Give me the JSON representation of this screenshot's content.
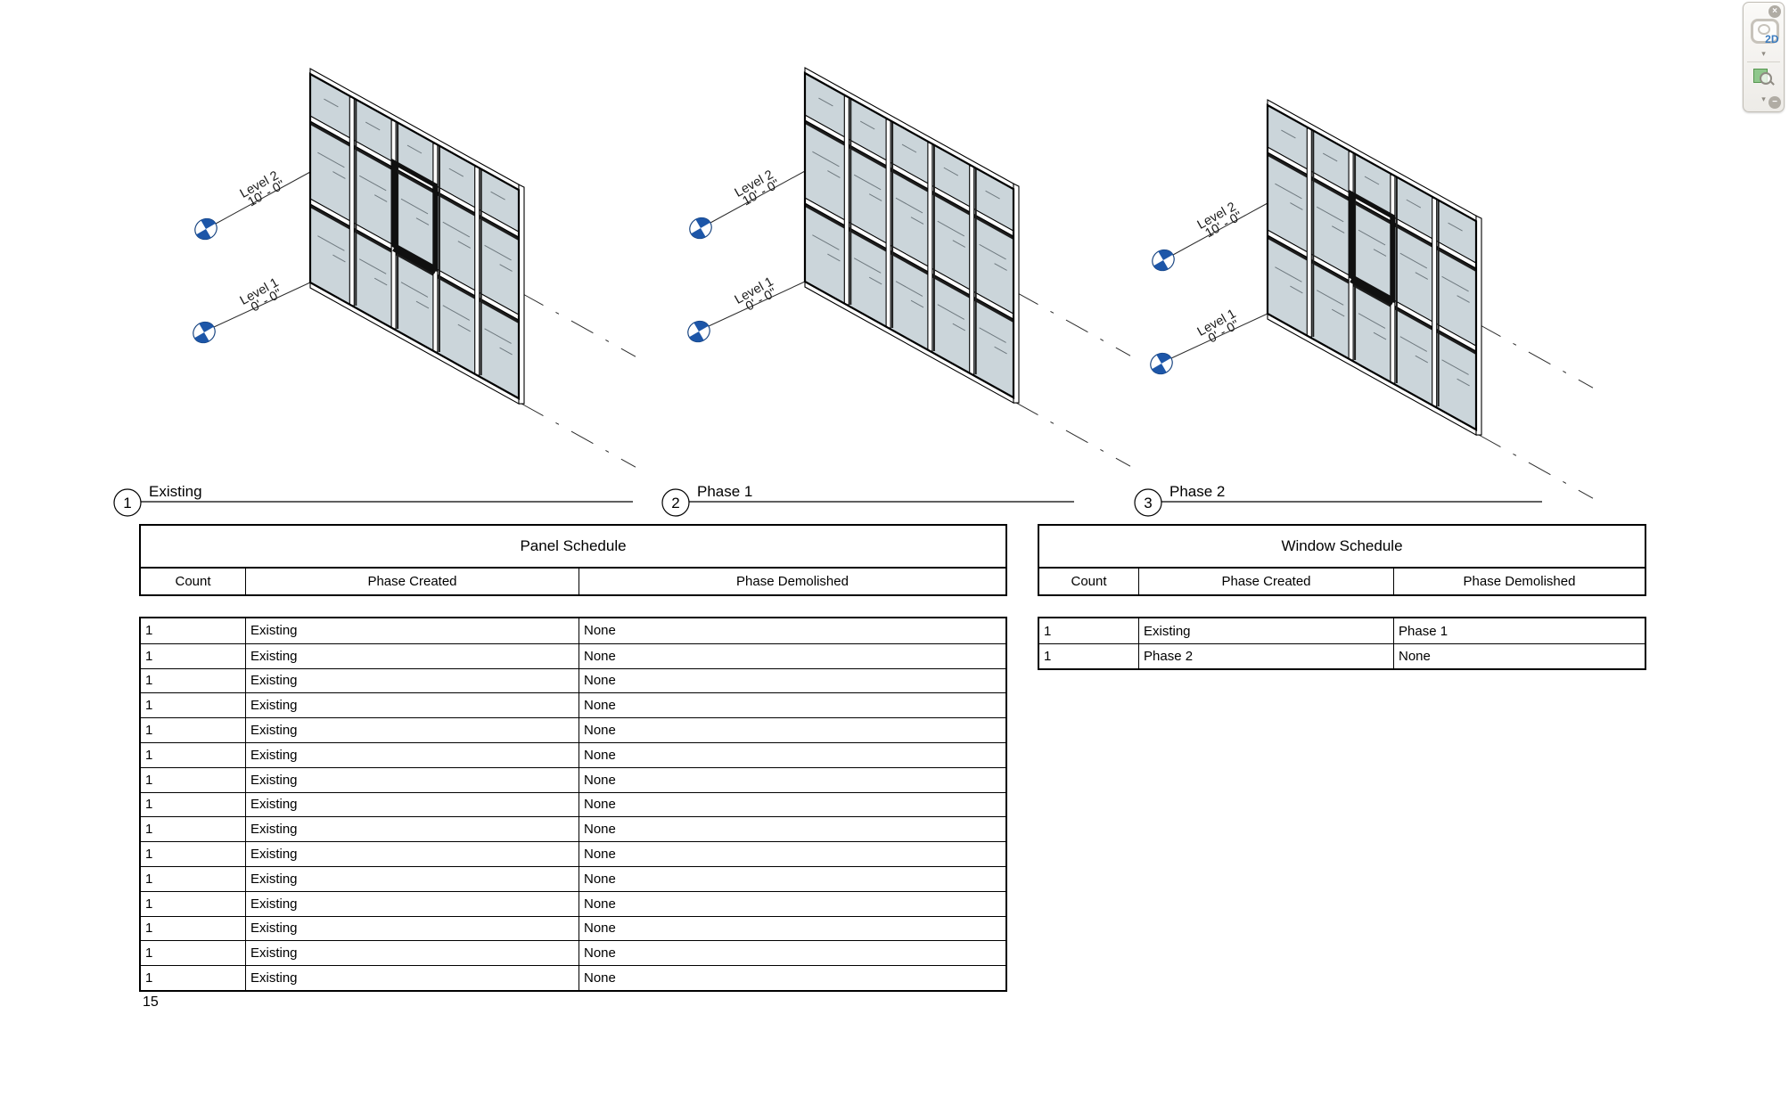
{
  "colors": {
    "glass": "#cbd5da",
    "mullion_face": "#ffffff",
    "frame_dark": "#101010",
    "line": "#2b2b2b",
    "marker_blue": "#1d56a8",
    "accent_blue_2d": "#3a7bbf",
    "zoom_green": "#8fc78c"
  },
  "navigation_bar": {
    "close_glyph": "×",
    "collapse_glyph": "−",
    "chevron_glyph": "▾",
    "wheel_label": "2D"
  },
  "elevations": [
    {
      "number": "1",
      "title": "Existing",
      "has_window": true,
      "levels": [
        {
          "name": "Level 2",
          "elevation": "10' - 0\""
        },
        {
          "name": "Level 1",
          "elevation": "0' - 0\""
        }
      ]
    },
    {
      "number": "2",
      "title": "Phase 1",
      "has_window": false,
      "levels": [
        {
          "name": "Level 2",
          "elevation": "10' - 0\""
        },
        {
          "name": "Level 1",
          "elevation": "0' - 0\""
        }
      ]
    },
    {
      "number": "3",
      "title": "Phase 2",
      "has_window": true,
      "levels": [
        {
          "name": "Level 2",
          "elevation": "10' - 0\""
        },
        {
          "name": "Level 1",
          "elevation": "0' - 0\""
        }
      ]
    }
  ],
  "schedules": [
    {
      "title": "Panel Schedule",
      "columns": [
        "Count",
        "Phase Created",
        "Phase Demolished"
      ],
      "rows": [
        [
          "1",
          "Existing",
          "None"
        ],
        [
          "1",
          "Existing",
          "None"
        ],
        [
          "1",
          "Existing",
          "None"
        ],
        [
          "1",
          "Existing",
          "None"
        ],
        [
          "1",
          "Existing",
          "None"
        ],
        [
          "1",
          "Existing",
          "None"
        ],
        [
          "1",
          "Existing",
          "None"
        ],
        [
          "1",
          "Existing",
          "None"
        ],
        [
          "1",
          "Existing",
          "None"
        ],
        [
          "1",
          "Existing",
          "None"
        ],
        [
          "1",
          "Existing",
          "None"
        ],
        [
          "1",
          "Existing",
          "None"
        ],
        [
          "1",
          "Existing",
          "None"
        ],
        [
          "1",
          "Existing",
          "None"
        ],
        [
          "1",
          "Existing",
          "None"
        ]
      ],
      "total": "15"
    },
    {
      "title": "Window Schedule",
      "columns": [
        "Count",
        "Phase Created",
        "Phase Demolished"
      ],
      "rows": [
        [
          "1",
          "Existing",
          "Phase 1"
        ],
        [
          "1",
          "Phase 2",
          "None"
        ]
      ],
      "total": null
    }
  ]
}
